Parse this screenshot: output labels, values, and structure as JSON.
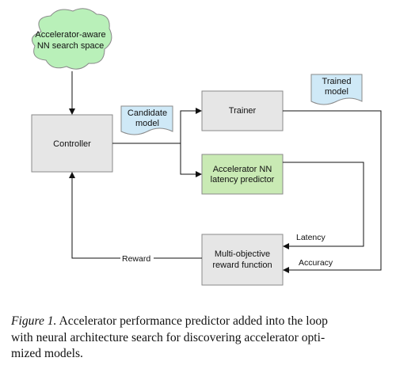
{
  "diagram": {
    "nodes": {
      "search_space": {
        "lines": [
          "Accelerator-aware",
          "NN search space"
        ],
        "fill": "#b9f0b9"
      },
      "controller": {
        "lines": [
          "Controller"
        ],
        "fill": "#e6e6e6"
      },
      "candidate_model": {
        "lines": [
          "Candidate",
          "model"
        ],
        "fill": "#cfe9f7"
      },
      "trainer": {
        "lines": [
          "Trainer"
        ],
        "fill": "#e6e6e6"
      },
      "trained_model": {
        "lines": [
          "Trained",
          "model"
        ],
        "fill": "#cfe9f7"
      },
      "latency_predictor": {
        "lines": [
          "Accelerator NN",
          "latency predictor"
        ],
        "fill": "#c9eab4"
      },
      "reward_function": {
        "lines": [
          "Multi-objective",
          "reward function"
        ],
        "fill": "#e6e6e6"
      }
    },
    "edges": {
      "latency": "Latency",
      "accuracy": "Accuracy",
      "reward": "Reward"
    }
  },
  "caption": {
    "label": "Figure 1.",
    "line1": "Accelerator performance predictor added into the loop",
    "line2": "with neural architecture search for discovering accelerator opti-",
    "line3": "mized models."
  }
}
